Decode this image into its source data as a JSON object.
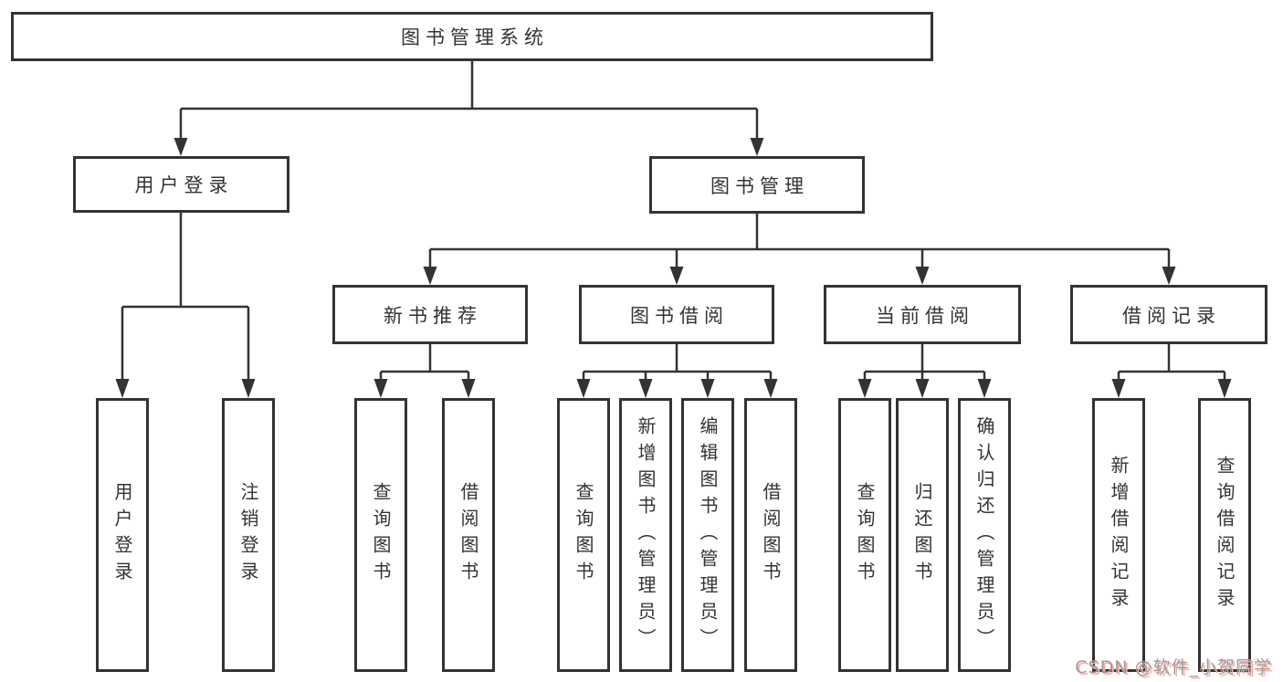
{
  "diagram_title": "图书管理系统",
  "tree": {
    "label": "图书管理系统",
    "children": [
      {
        "label": "用户登录",
        "children": [
          {
            "label": "用户登录"
          },
          {
            "label": "注销登录"
          }
        ]
      },
      {
        "label": "图书管理",
        "children": [
          {
            "label": "新书推荐",
            "children": [
              {
                "label": "查询图书"
              },
              {
                "label": "借阅图书"
              }
            ]
          },
          {
            "label": "图书借阅",
            "children": [
              {
                "label": "查询图书"
              },
              {
                "label": "新增图书（管理员）"
              },
              {
                "label": "编辑图书（管理员）"
              },
              {
                "label": "借阅图书"
              }
            ]
          },
          {
            "label": "当前借阅",
            "children": [
              {
                "label": "查询图书"
              },
              {
                "label": "归还图书"
              },
              {
                "label": "确认归还（管理员）"
              }
            ]
          },
          {
            "label": "借阅记录",
            "children": [
              {
                "label": "新增借阅记录"
              },
              {
                "label": "查询借阅记录"
              }
            ]
          }
        ]
      }
    ]
  },
  "watermark": {
    "text": "CSDN @软件_小贺同学"
  },
  "colors": {
    "line": "#333333",
    "box_border": "#333333",
    "text": "#333333",
    "background": "#ffffff",
    "watermark_text": "#9b9b9b",
    "watermark_shadow": "#fcaca3"
  }
}
